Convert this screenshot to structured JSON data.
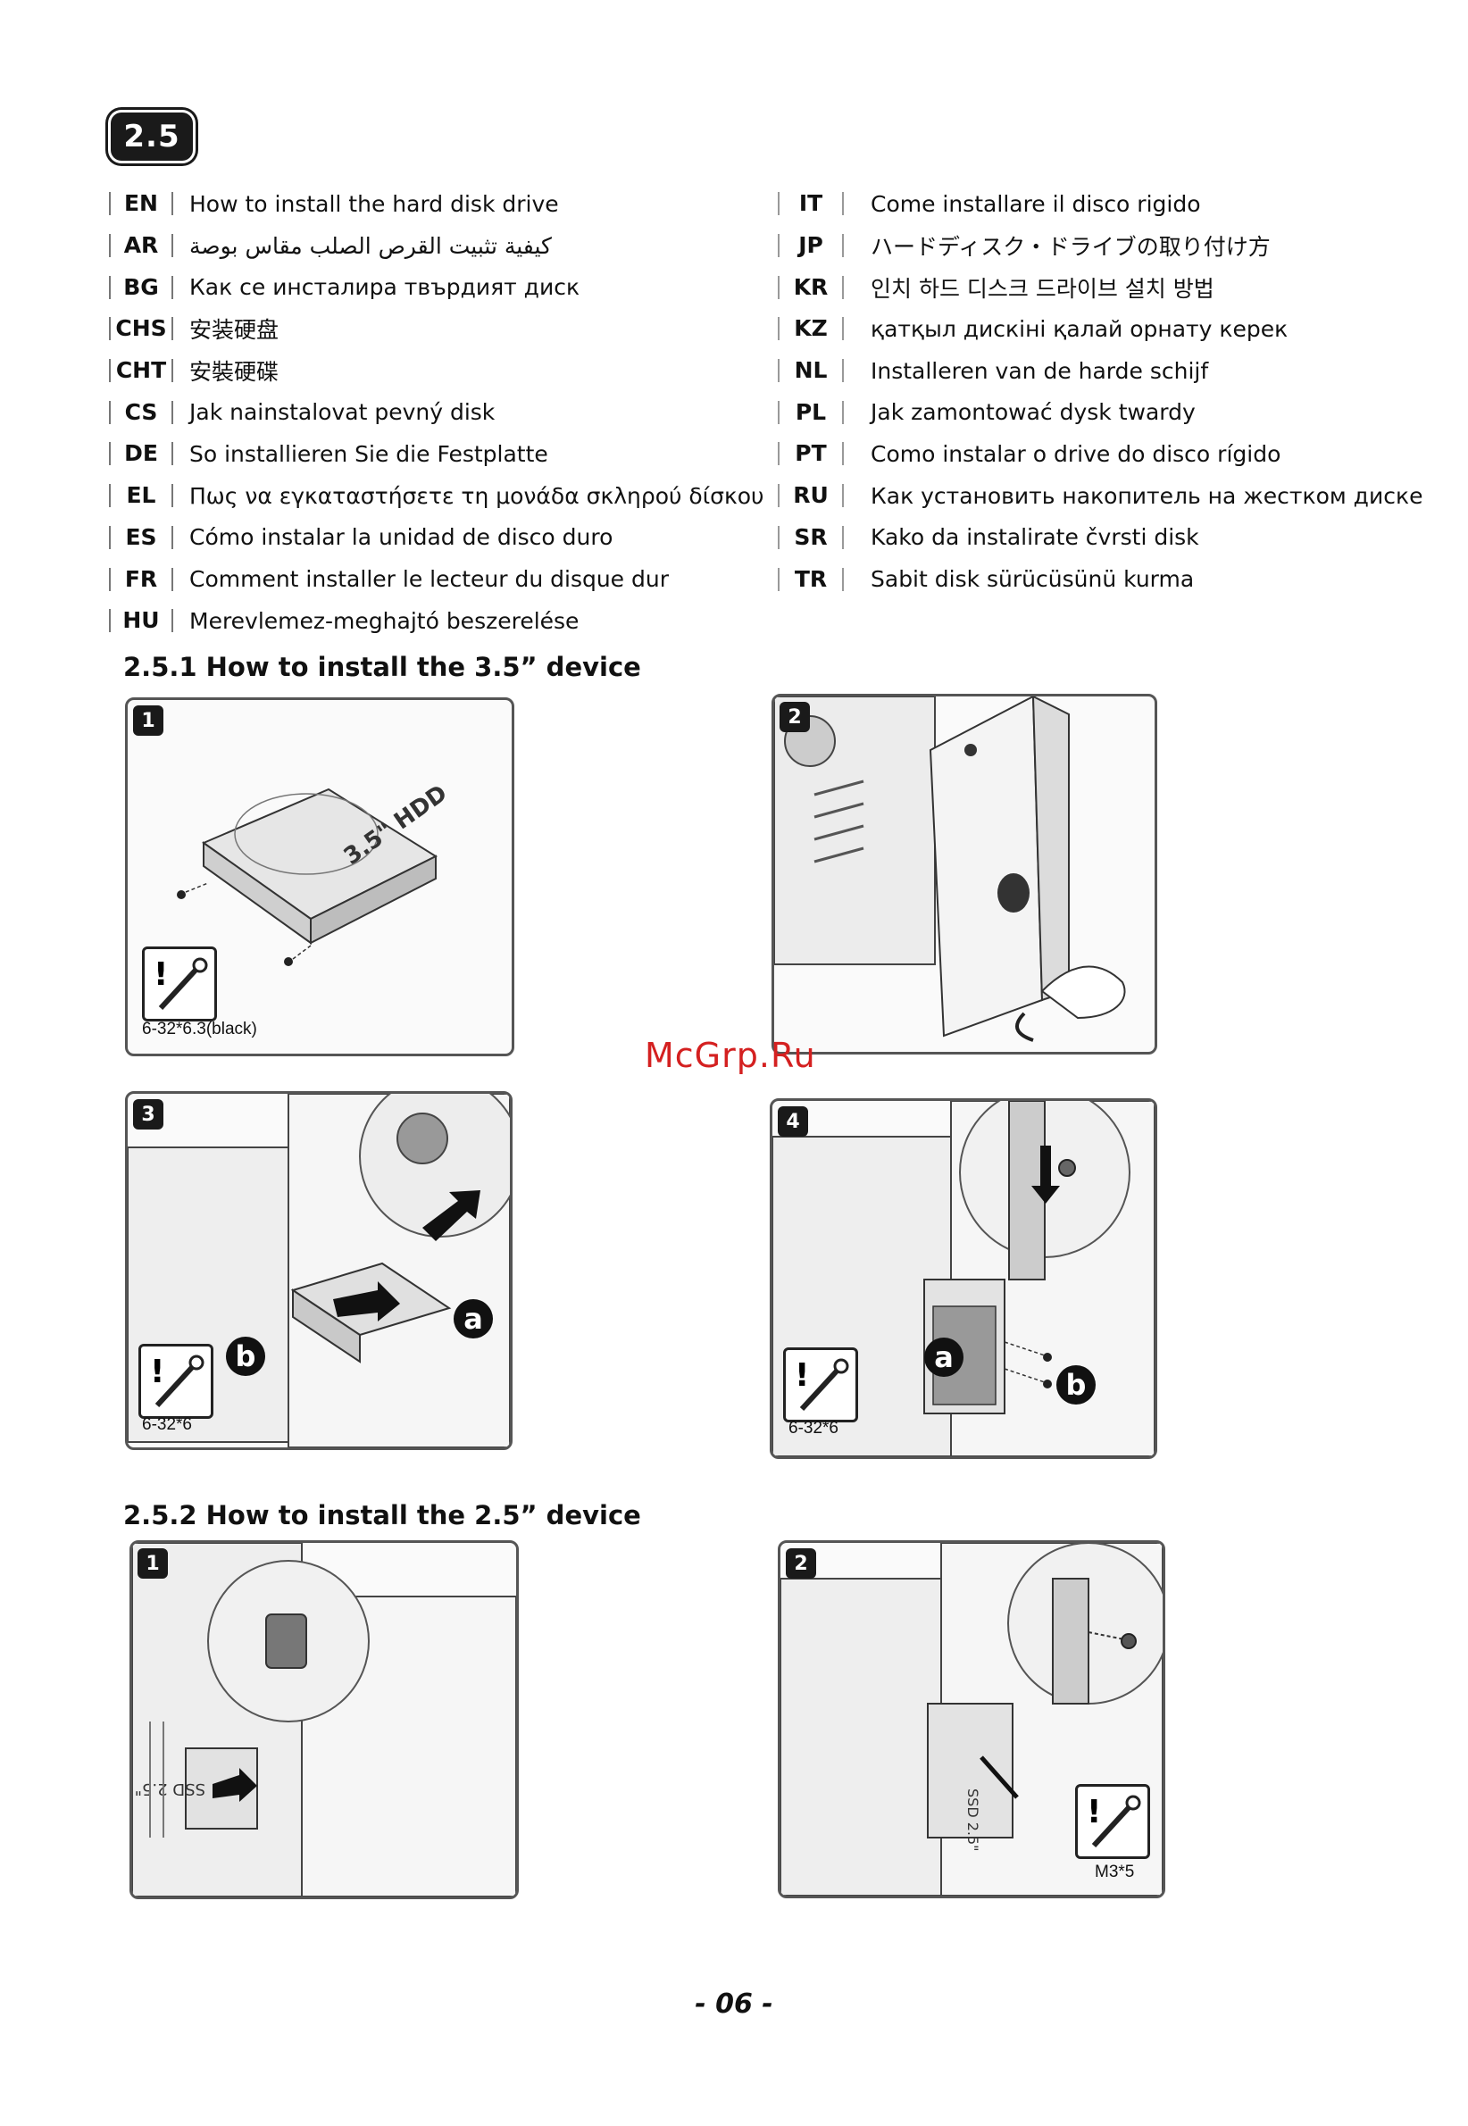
{
  "section": {
    "number": "2.5"
  },
  "languages_left": [
    {
      "code": "EN",
      "text": "How to install the hard disk drive"
    },
    {
      "code": "AR",
      "text": "كيفية تثبيت القرص الصلب مقاس بوصة"
    },
    {
      "code": "BG",
      "text": "Как се инсталира твърдият диск"
    },
    {
      "code": "CHS",
      "text": "安装硬盘"
    },
    {
      "code": "CHT",
      "text": "安裝硬碟"
    },
    {
      "code": "CS",
      "text": "Jak nainstalovat pevný disk"
    },
    {
      "code": "DE",
      "text": "So installieren Sie die Festplatte"
    },
    {
      "code": "EL",
      "text": "Πως να εγκαταστήσετε τη μονάδα σκληρού δίσκου"
    },
    {
      "code": "ES",
      "text": "Cómo instalar la unidad de disco duro"
    },
    {
      "code": "FR",
      "text": "Comment installer le lecteur du disque dur"
    },
    {
      "code": "HU",
      "text": "Merevlemez-meghajtó beszerelése"
    }
  ],
  "languages_right": [
    {
      "code": "IT",
      "text": "Come installare il disco rigido"
    },
    {
      "code": "JP",
      "text": "ハードディスク・ドライブの取り付け方"
    },
    {
      "code": "KR",
      "text": "인치 하드 디스크 드라이브 설치 방법"
    },
    {
      "code": "KZ",
      "text": "қатқыл дискіні қалай орнату керек"
    },
    {
      "code": "NL",
      "text": "Installeren van de harde schijf"
    },
    {
      "code": "PL",
      "text": "Jak zamontować dysk twardy"
    },
    {
      "code": "PT",
      "text": "Como instalar o drive do disco rígido"
    },
    {
      "code": "RU",
      "text": "Как установить накопитель на жестком диске"
    },
    {
      "code": "SR",
      "text": "Kako da instalirate čvrsti disk"
    },
    {
      "code": "TR",
      "text": "Sabit disk sürücüsünü kurma"
    }
  ],
  "subsection_35": {
    "title": "2.5.1 How to install the 3.5” device",
    "steps": [
      {
        "number": "1",
        "caption": "6-32*6.3(black)",
        "hdd_label": "3.5\" HDD"
      },
      {
        "number": "2"
      },
      {
        "number": "3",
        "caption": "6-32*6",
        "callout_a": "a",
        "callout_b": "b"
      },
      {
        "number": "4",
        "caption": "6-32*6",
        "callout_a": "a",
        "callout_b": "b"
      }
    ]
  },
  "subsection_25": {
    "title": "2.5.2 How to install the 2.5” device",
    "steps": [
      {
        "number": "1",
        "ssd_label": "SSD 2.5\""
      },
      {
        "number": "2",
        "caption": "M3*5",
        "ssd_label": "SSD 2.5\""
      }
    ]
  },
  "watermark": "McGrp.Ru",
  "page_number": "- 06 -"
}
